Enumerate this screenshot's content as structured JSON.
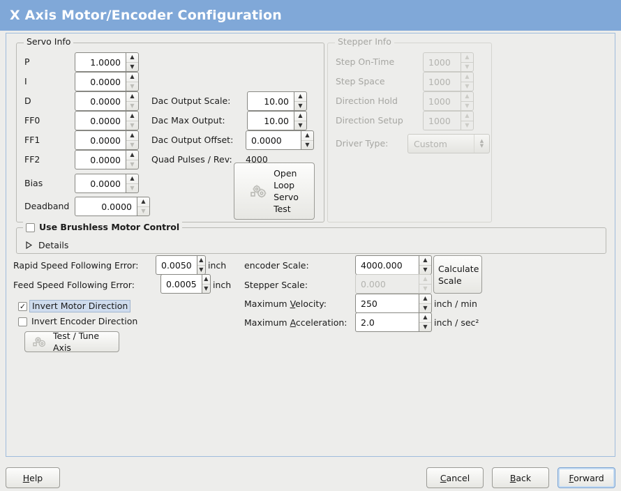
{
  "window": {
    "title": "X Axis Motor/Encoder Configuration",
    "title_bar_color": "#80a8d8",
    "background_color": "#ededeb"
  },
  "servo_info": {
    "legend": "Servo Info",
    "enabled": true,
    "rows": [
      {
        "label": "P",
        "value": "1.0000"
      },
      {
        "label": "I",
        "value": "0.0000"
      },
      {
        "label": "D",
        "value": "0.0000"
      },
      {
        "label": "FF0",
        "value": "0.0000"
      },
      {
        "label": "FF1",
        "value": "0.0000"
      },
      {
        "label": "FF2",
        "value": "0.0000"
      },
      {
        "label": "Bias",
        "value": "0.0000"
      },
      {
        "label": "Deadband",
        "value": "0.0000"
      }
    ],
    "dac": [
      {
        "label": "Dac Output Scale:",
        "value": "10.00"
      },
      {
        "label": "Dac Max Output:",
        "value": "10.00"
      },
      {
        "label": "Dac Output Offset:",
        "value": "0.0000"
      }
    ],
    "quad_pulses": {
      "label": "Quad Pulses / Rev:",
      "value": "4000"
    },
    "open_loop_button": {
      "line1": "Open",
      "line2": "Loop",
      "line3": "Servo",
      "line4": "Test"
    }
  },
  "stepper_info": {
    "legend": "Stepper Info",
    "enabled": false,
    "rows": [
      {
        "label": "Step On-Time",
        "value": "1000"
      },
      {
        "label": "Step Space",
        "value": "1000"
      },
      {
        "label": "Direction Hold",
        "value": "1000"
      },
      {
        "label": "Direction Setup",
        "value": "1000"
      }
    ],
    "driver_type": {
      "label": "Driver Type:",
      "value": "Custom"
    }
  },
  "brushless": {
    "checkbox_label": "Use Brushless Motor Control",
    "checked": false,
    "details_label": "Details",
    "details_expanded": false
  },
  "errors": {
    "rapid": {
      "label": "Rapid Speed Following Error:",
      "value": "0.0050",
      "unit": "inch"
    },
    "feed": {
      "label": "Feed Speed Following Error:",
      "value": "0.0005",
      "unit": "inch"
    }
  },
  "invert": {
    "motor": {
      "label": "Invert Motor Direction",
      "checked": true,
      "focused": true
    },
    "encoder": {
      "label": "Invert Encoder Direction",
      "checked": false,
      "focused": false
    }
  },
  "test_tune_button": {
    "label": "Test / Tune Axis"
  },
  "scales": {
    "encoder": {
      "label": "encoder Scale:",
      "value": "4000.000",
      "enabled": true
    },
    "stepper": {
      "label": "Stepper Scale:",
      "value": "0.000",
      "enabled": false
    },
    "calculate_button": {
      "line1": "Calculate",
      "line2": "Scale"
    },
    "max_velocity": {
      "label_pre": "Maximum ",
      "label_mn": "V",
      "label_post": "elocity:",
      "value": "250",
      "unit": "inch / min"
    },
    "max_acceleration": {
      "label_pre": "Maximum ",
      "label_mn": "A",
      "label_post": "cceleration:",
      "value": "2.0",
      "unit": "inch / sec²"
    }
  },
  "footer": {
    "help": {
      "mn": "H",
      "rest": "elp"
    },
    "cancel": {
      "mn": "C",
      "rest": "ancel"
    },
    "back": {
      "mn": "B",
      "rest": "ack"
    },
    "forward": {
      "mn": "F",
      "rest": "orward",
      "focused": true
    }
  },
  "icons": {
    "gear": "gears-icon",
    "spin_up": "▲",
    "spin_down": "▼",
    "check": "✓"
  }
}
